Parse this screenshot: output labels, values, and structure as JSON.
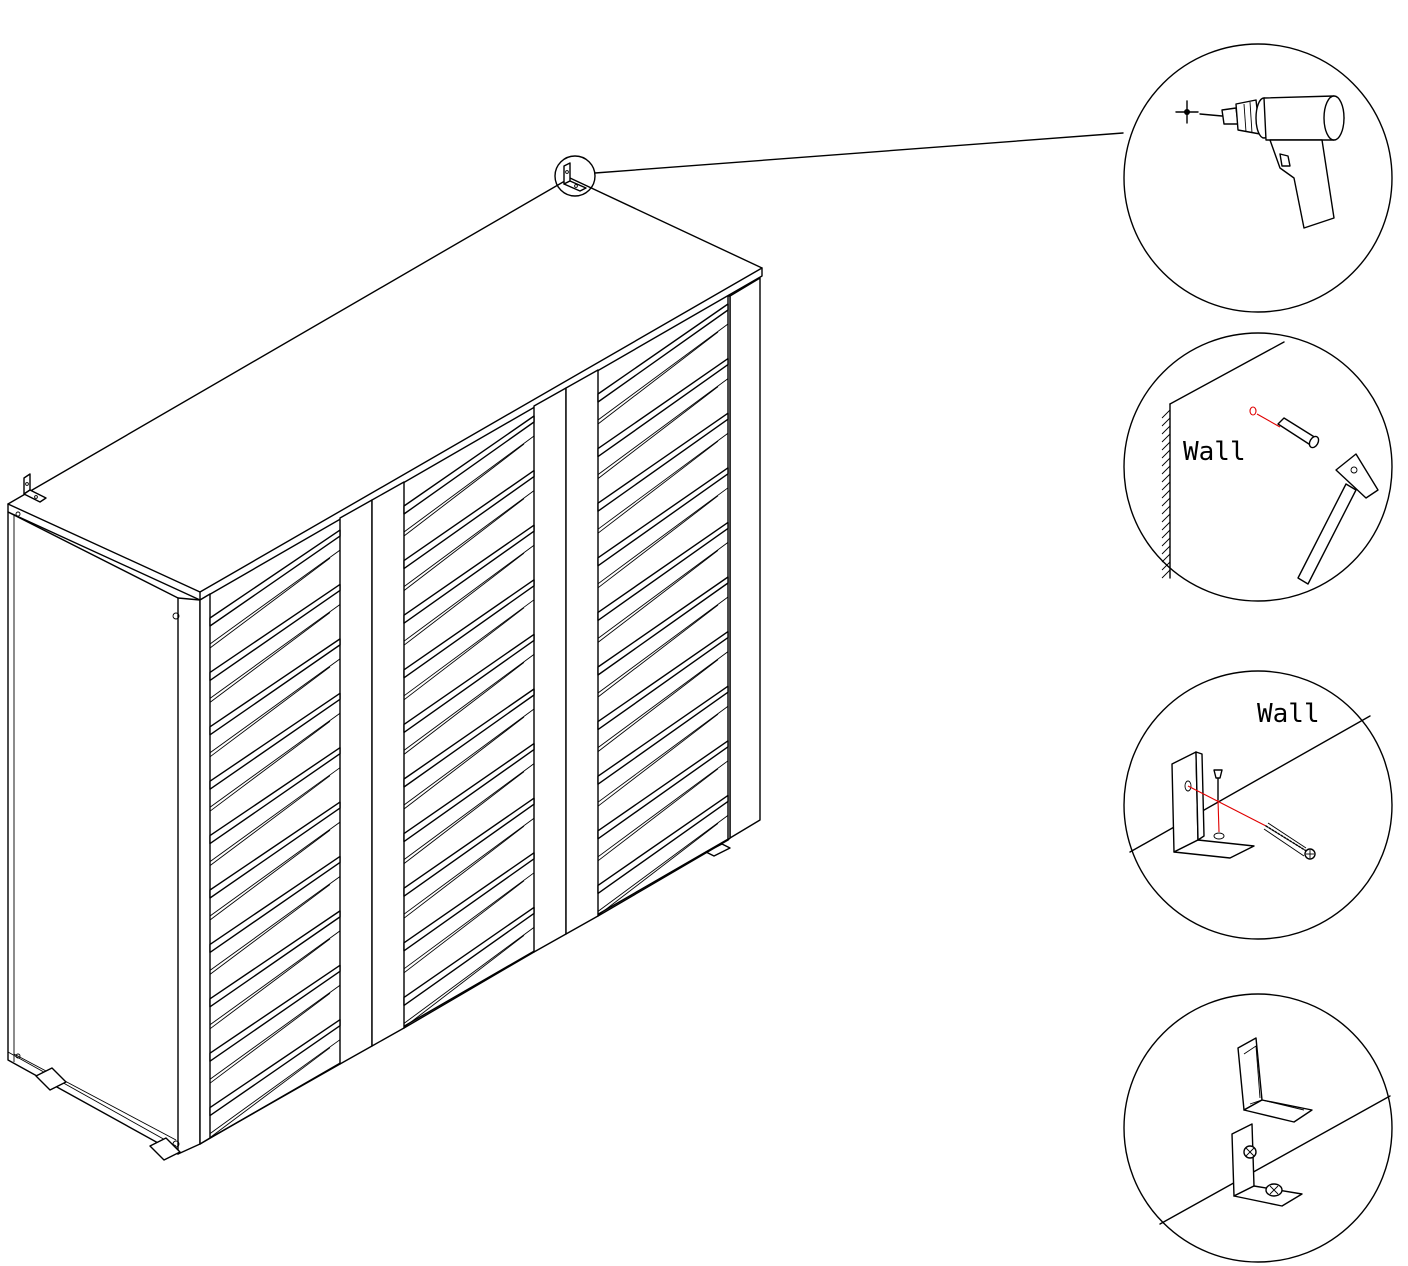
{
  "labels": {
    "wall_drill_step": "Wall",
    "wall_screw_step": "Wall"
  },
  "colors": {
    "line": "#000000",
    "guide": "#e00000",
    "background": "#ffffff"
  },
  "icons": {
    "drill": "drill-icon",
    "hammer": "hammer-icon",
    "wall_plug": "wall-plug-icon",
    "screw": "screw-icon",
    "l_bracket": "l-bracket-icon",
    "bracket_cap": "bracket-cap-icon"
  },
  "callouts": [
    "drill-hole",
    "insert-wall-plug",
    "screw-bracket-to-wall",
    "cover-bracket-with-cap"
  ]
}
